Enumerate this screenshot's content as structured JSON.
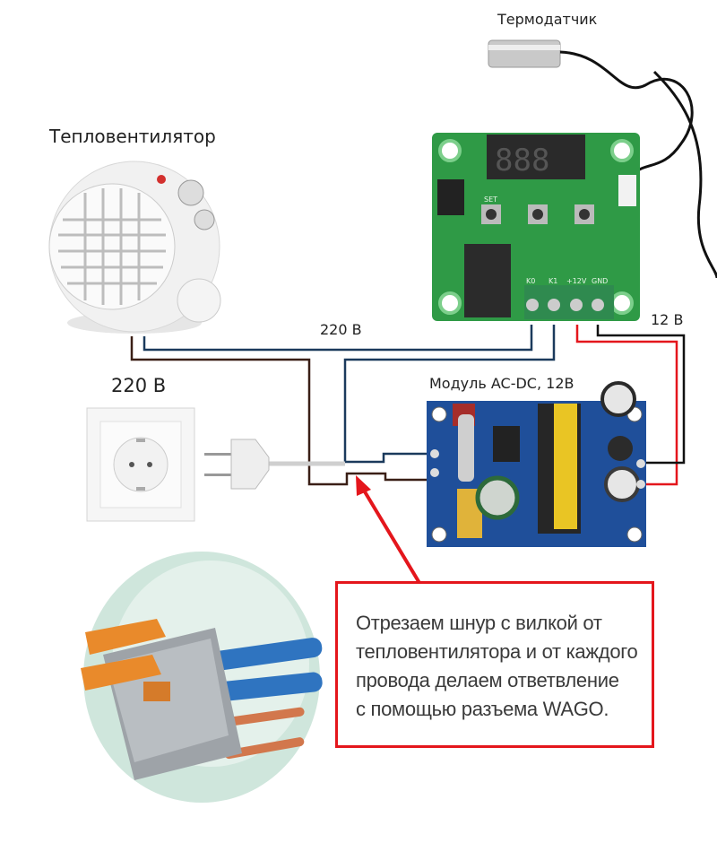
{
  "labels": {
    "sensor": "Термодатчик",
    "fan_heater": "Тепловентилятор",
    "voltage_220_top": "220 В",
    "voltage_220_socket": "220 В",
    "voltage_12": "12 В",
    "ac_dc_module": "Модуль AC-DC, 12В"
  },
  "thermostat_board": {
    "button_set": "SET",
    "terminals": [
      "K0",
      "K1",
      "+12V",
      "GND"
    ]
  },
  "callout": {
    "lines": [
      "Отрезаем шнур с вилкой от",
      "тепловентилятора и от каждого",
      "провода делаем ответвление",
      "с помощью разъема WAGO."
    ]
  },
  "colors": {
    "wire_brown": "#3a1f16",
    "wire_navy": "#1b3a5c",
    "wire_red": "#e4161c",
    "wire_black": "#111111",
    "callout_border": "#e4161c",
    "pcb_green": "#2f9a46",
    "pcb_blue": "#1f4f9a"
  }
}
